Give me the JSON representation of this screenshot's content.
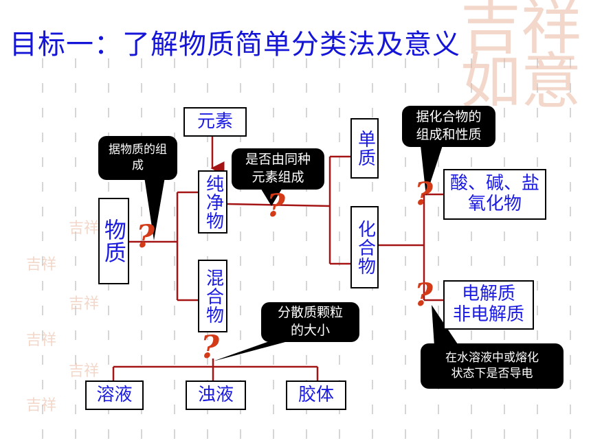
{
  "title": "目标一：了解物质简单分类法及意义",
  "nodes": {
    "matter": "物质",
    "element": "元素",
    "pure": "纯净物",
    "mixture": "混合物",
    "simple": "单质",
    "compound": "化合物",
    "acids": "酸、碱、盐\n氧化物",
    "electrolytes": "电解质\n非电解质",
    "solution": "溶液",
    "suspension": "浊液",
    "colloid": "胶体"
  },
  "bubbles": {
    "composition": "据物质的组\n成",
    "same_element": "是否由同种\n元素组成",
    "compound_basis": "据化合物的\n组成和性质",
    "particle_size": "分散质颗粒\n的大小",
    "conductivity": "在水溶液中或熔化\n状态下是否导电"
  },
  "question_mark": "?",
  "colors": {
    "title": "#1515d8",
    "box_text": "#1a1ae0",
    "line": "#a51414",
    "question": "#d33a18"
  }
}
